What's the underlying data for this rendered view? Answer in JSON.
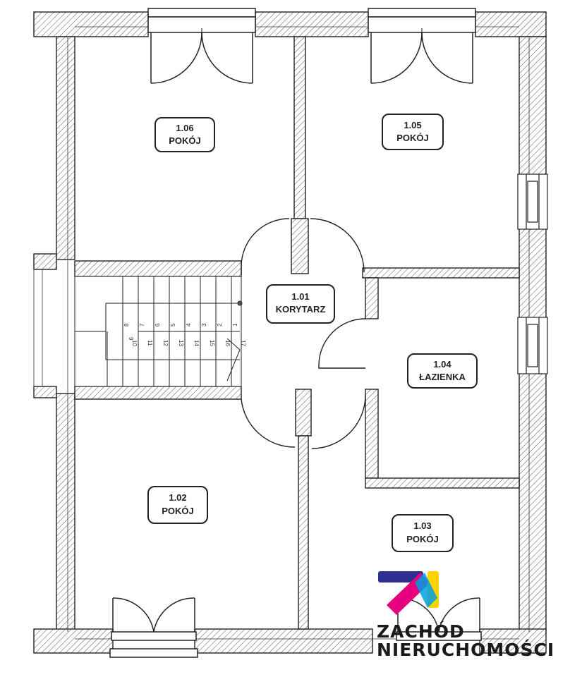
{
  "rooms": [
    {
      "id": "r106",
      "number": "1.06",
      "name": "POKÓJ"
    },
    {
      "id": "r105",
      "number": "1.05",
      "name": "POKÓJ"
    },
    {
      "id": "r101",
      "number": "1.01",
      "name": "KORYTARZ"
    },
    {
      "id": "r104",
      "number": "1.04",
      "name": "ŁAZIENKA"
    },
    {
      "id": "r102",
      "number": "1.02",
      "name": "POKÓJ"
    },
    {
      "id": "r103",
      "number": "1.03",
      "name": "POKÓJ"
    }
  ],
  "stairs": {
    "upper_steps": [
      "8",
      "7",
      "6",
      "5",
      "4",
      "3",
      "2",
      "1"
    ],
    "lower_steps": [
      "9",
      "10",
      "11",
      "12",
      "13",
      "14",
      "15",
      "16",
      "17"
    ]
  },
  "logo": {
    "line1": "ZACHÓD",
    "line2": "NIERUCHOMOŚCI",
    "colors": {
      "navy": "#2e3192",
      "pink": "#e6007e",
      "yellow": "#ffd200",
      "blue": "#00a0e3"
    }
  }
}
